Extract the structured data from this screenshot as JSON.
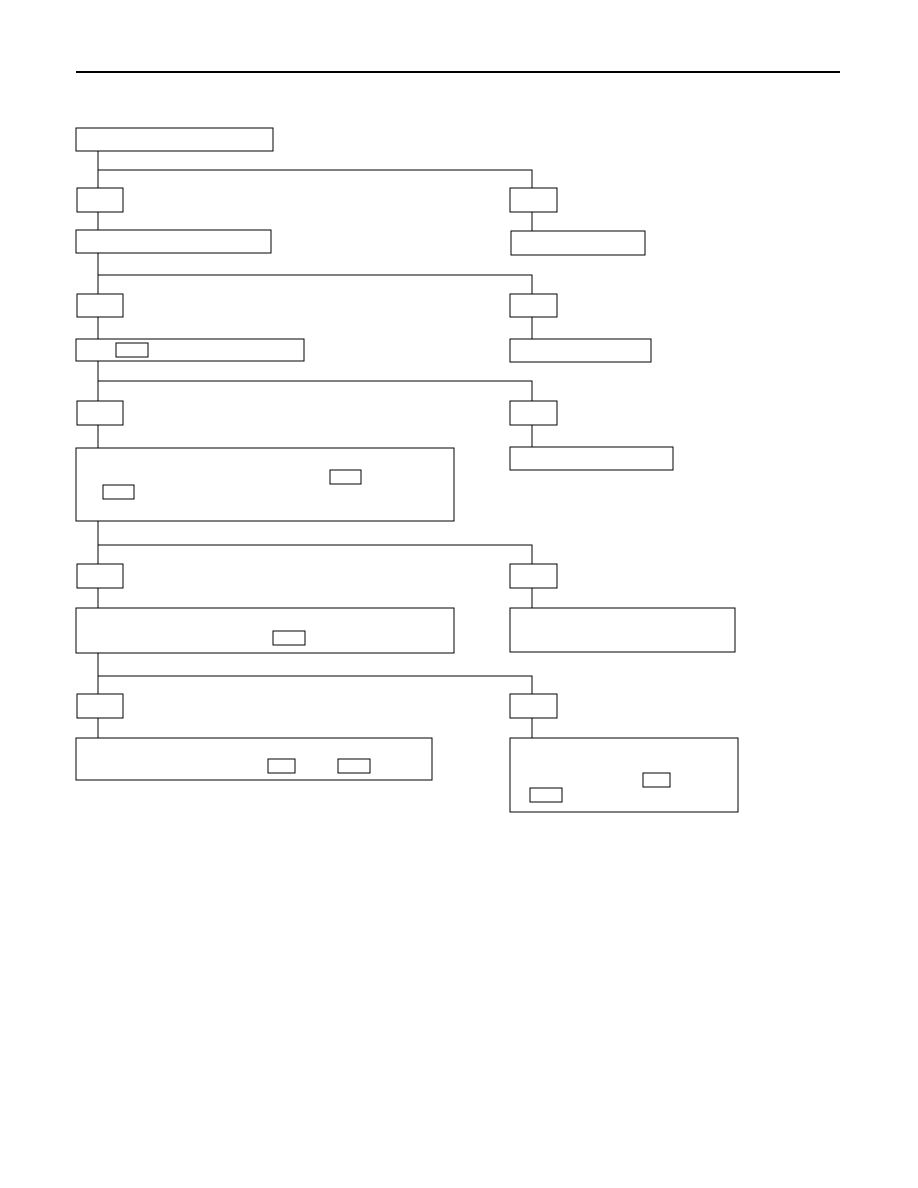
{
  "title": "",
  "nodes": [
    {
      "id": "start",
      "text": ""
    },
    {
      "id": "yes-1",
      "text": ""
    },
    {
      "id": "no-1",
      "text": ""
    },
    {
      "id": "step-2",
      "text": ""
    },
    {
      "id": "action-no-1",
      "text": ""
    },
    {
      "id": "yes-2",
      "text": ""
    },
    {
      "id": "no-2",
      "text": ""
    },
    {
      "id": "step-3",
      "text": ""
    },
    {
      "id": "action-no-2",
      "text": ""
    },
    {
      "id": "yes-3",
      "text": ""
    },
    {
      "id": "no-3",
      "text": ""
    },
    {
      "id": "step-4",
      "text": ""
    },
    {
      "id": "action-no-3",
      "text": ""
    },
    {
      "id": "yes-4",
      "text": ""
    },
    {
      "id": "no-4",
      "text": ""
    },
    {
      "id": "step-5",
      "text": ""
    },
    {
      "id": "action-no-4",
      "text": ""
    },
    {
      "id": "yes-5",
      "text": ""
    },
    {
      "id": "no-5",
      "text": ""
    },
    {
      "id": "step-6",
      "text": ""
    },
    {
      "id": "action-no-5",
      "text": ""
    }
  ]
}
